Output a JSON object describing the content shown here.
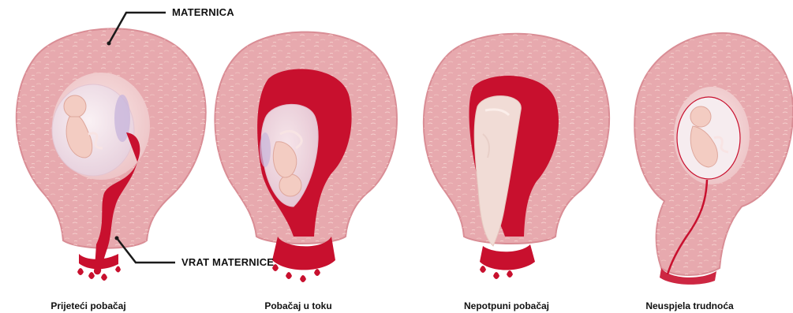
{
  "callouts": {
    "uterus": "MATERNICA",
    "cervix": "VRAT MATERNICE"
  },
  "stages": [
    {
      "id": "threatened",
      "caption": "Prijeteći pobačaj"
    },
    {
      "id": "inevitable",
      "caption": "Pobačaj u toku"
    },
    {
      "id": "incomplete",
      "caption": "Nepotpuni pobačaj"
    },
    {
      "id": "missed",
      "caption": "Neuspjela trudnoća"
    }
  ],
  "colors": {
    "uterus_wall": "#e7a9ae",
    "uterus_texture": "#f3cbc9",
    "uterus_edge": "#d98d95",
    "cavity": "#f6d9d8",
    "sac": "#f2e3ea",
    "amniotic_violet": "#c9b7dc",
    "fetus": "#f3ccc2",
    "fetus_shade": "#dea79c",
    "blood": "#c8102e",
    "blood_dark": "#a50d26",
    "tissue": "#f1dcd6",
    "leader_line": "#1a1a1a"
  }
}
